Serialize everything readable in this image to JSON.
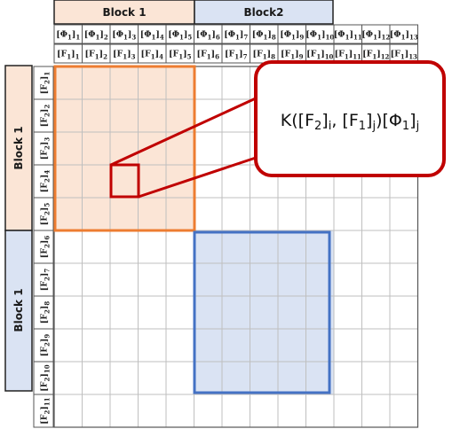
{
  "col_headers": {
    "block1": "Block 1",
    "block2": "Block2",
    "phi_symbol": "Φ",
    "phi_index": "1",
    "phi_subscripts": [
      "1",
      "2",
      "3",
      "4",
      "5",
      "6",
      "7",
      "8",
      "9",
      "10",
      "11",
      "12",
      "13"
    ],
    "f_symbol": "F",
    "f_index": "1",
    "f_subscripts": [
      "1",
      "2",
      "3",
      "4",
      "5",
      "6",
      "7",
      "8",
      "9",
      "10",
      "11",
      "12",
      "13"
    ]
  },
  "row_headers": {
    "block_top": "Block 1",
    "block_bottom": "Block 1",
    "f_symbol": "F",
    "f_index": "2",
    "f_subscripts": [
      "1",
      "2",
      "3",
      "4",
      "5",
      "6",
      "7",
      "8",
      "9",
      "10",
      "11"
    ]
  },
  "callout": {
    "kernel": "K",
    "f_symbol": "F",
    "f2_index": "2",
    "f1_index": "1",
    "i_sub": "i",
    "j_sub": "j",
    "phi_symbol": "Φ",
    "phi_index": "1"
  },
  "colors": {
    "orange_fill": "#fbe5d6",
    "orange_border": "#ed7d31",
    "blue_fill": "#dae3f3",
    "blue_border": "#4472c4",
    "red": "#c00000",
    "grid": "#bfbfbf"
  }
}
